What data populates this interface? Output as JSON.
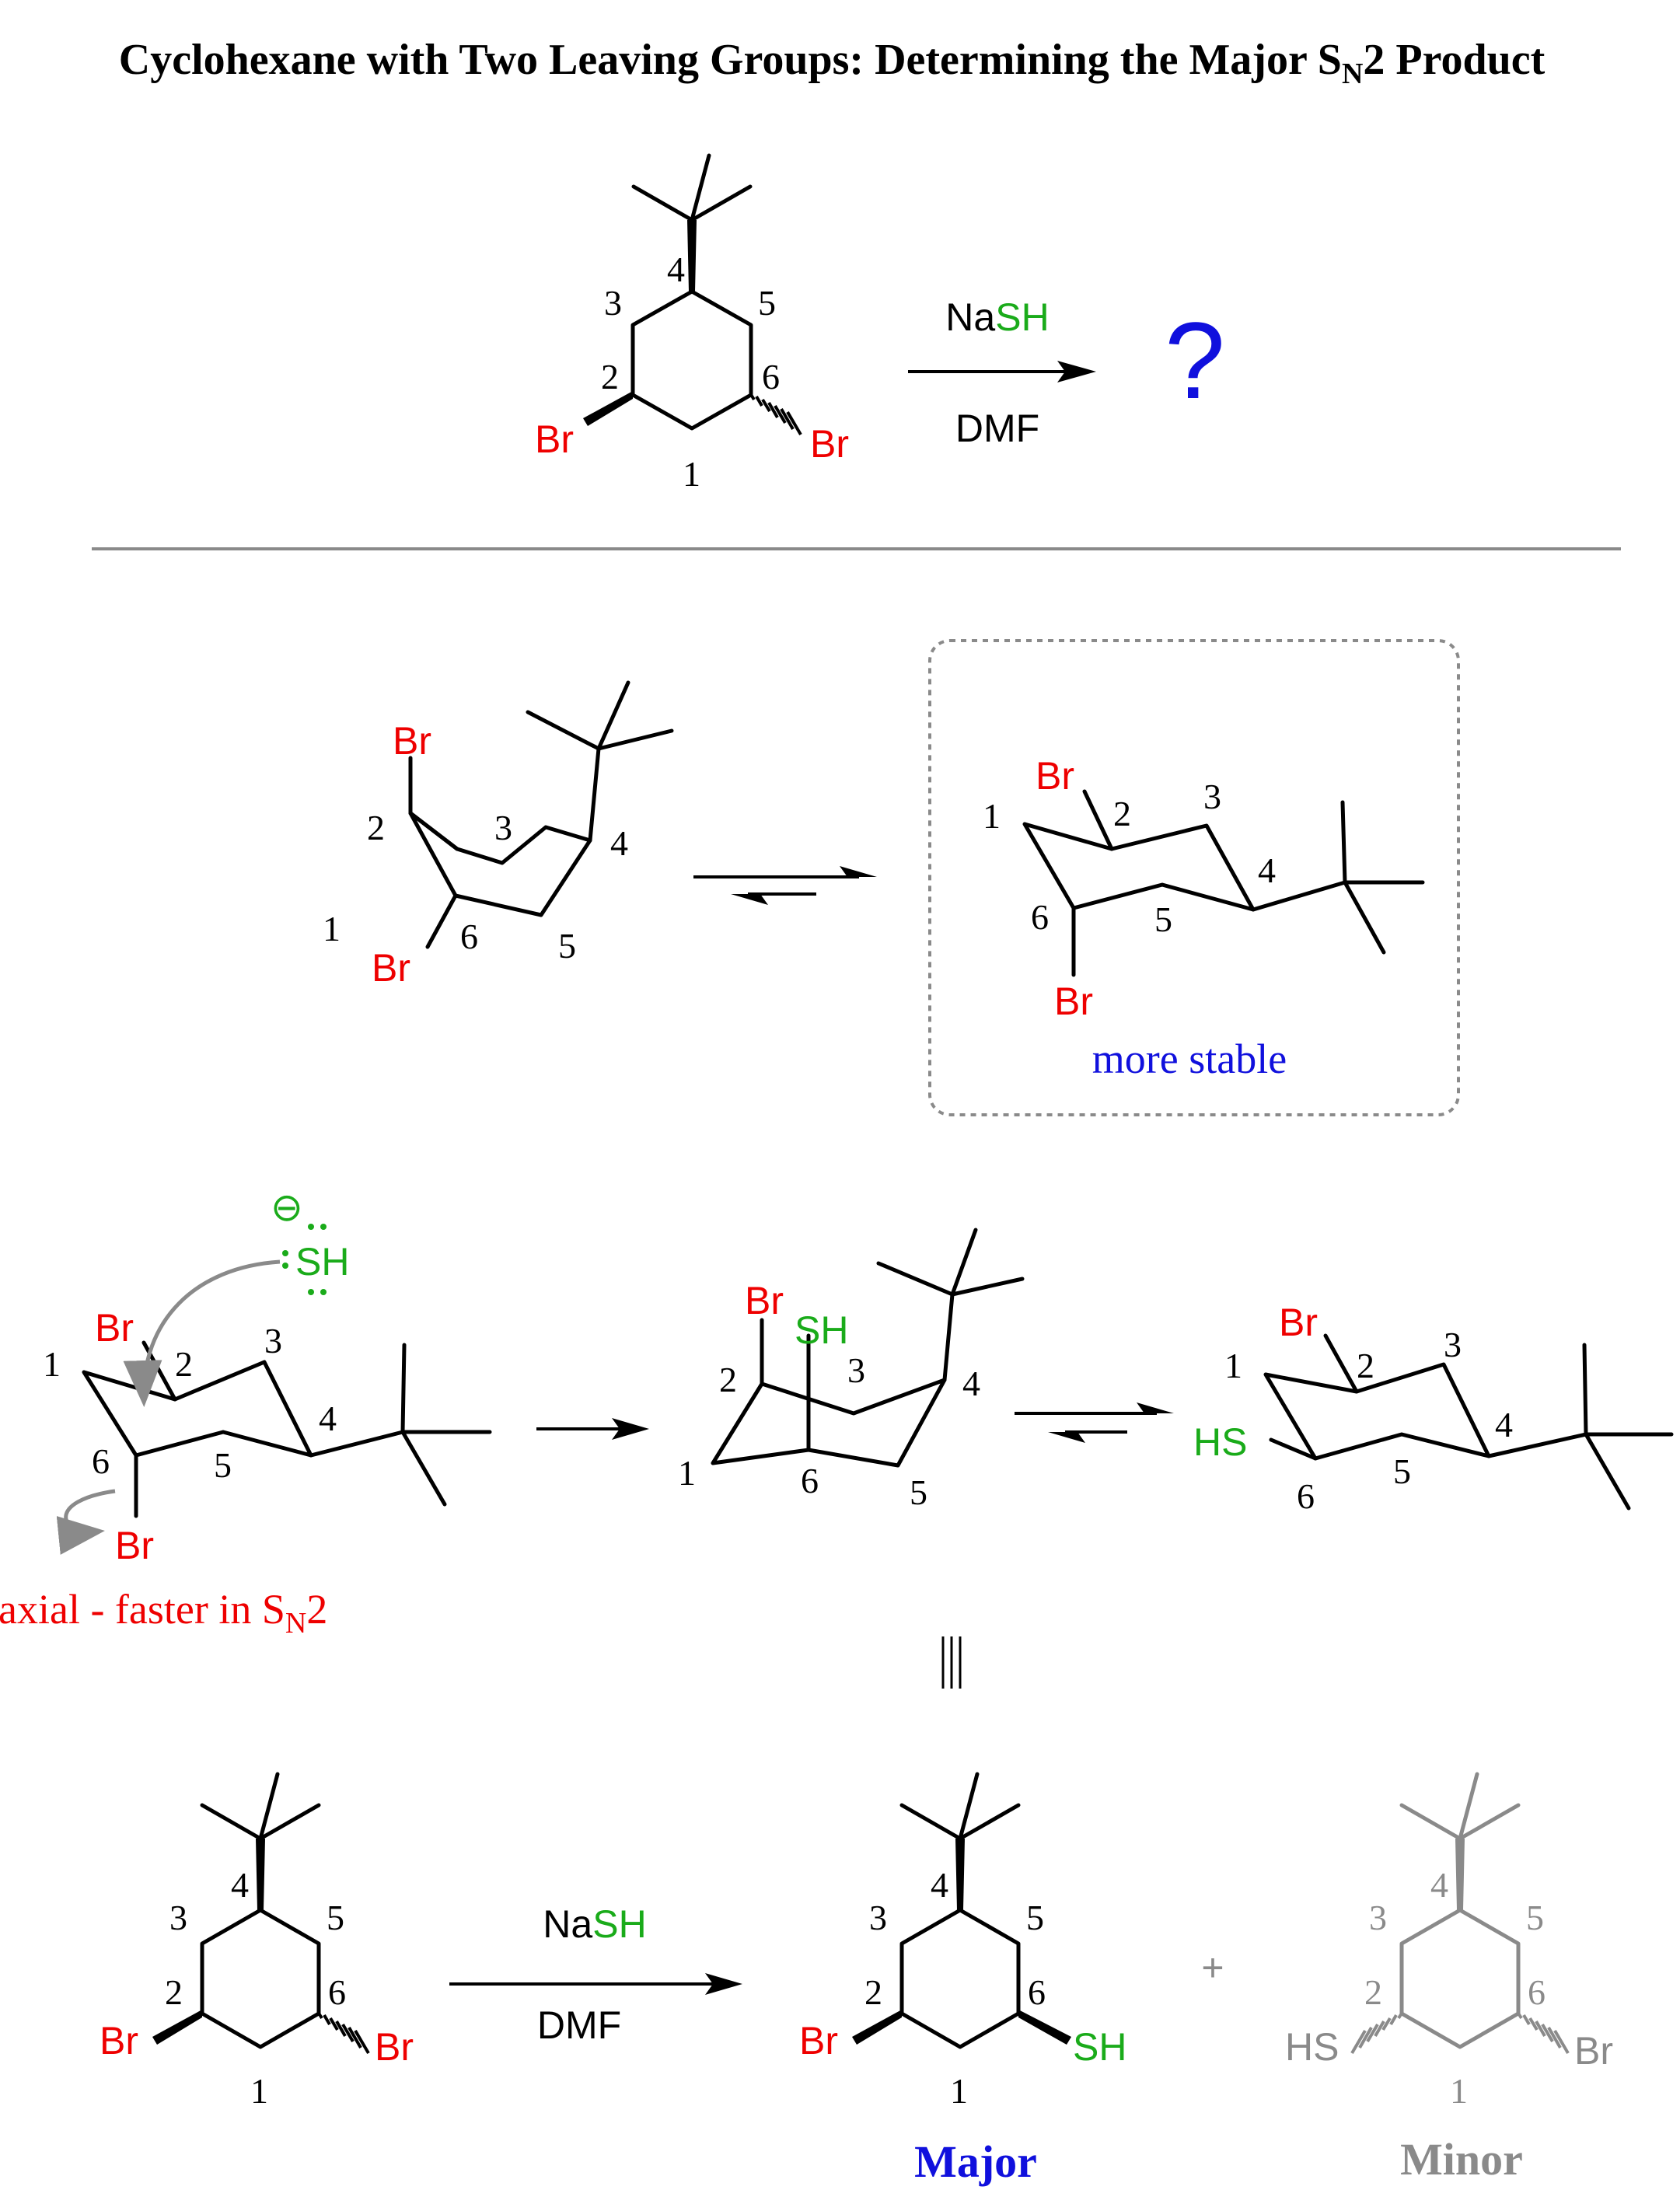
{
  "title": {
    "text": "Cyclohexane with Two Leaving Groups: Determining the Major S",
    "sub": "N",
    "tail": "2 Product"
  },
  "reaction_top": {
    "reagent_na": "Na",
    "reagent_sh": "SH",
    "solvent": "DMF",
    "product": "?"
  },
  "atoms": {
    "br": "Br",
    "sh": "SH",
    "hs": "HS",
    "charge": "⊖"
  },
  "ring_numbers": [
    "1",
    "2",
    "3",
    "4",
    "5",
    "6"
  ],
  "labels": {
    "more_stable": "more stable",
    "axial_note": "axial - faster in S",
    "axial_sub": "N",
    "axial_tail": "2",
    "identical": "|||",
    "plus": "+",
    "major": "Major",
    "minor": "Minor"
  },
  "colors": {
    "leaving_group": "#ee0000",
    "nucleophile": "#1aab1a",
    "emphasis": "#1010dd",
    "minor_product": "#8a8a8a",
    "arrow_grey": "#8a8a8a"
  }
}
